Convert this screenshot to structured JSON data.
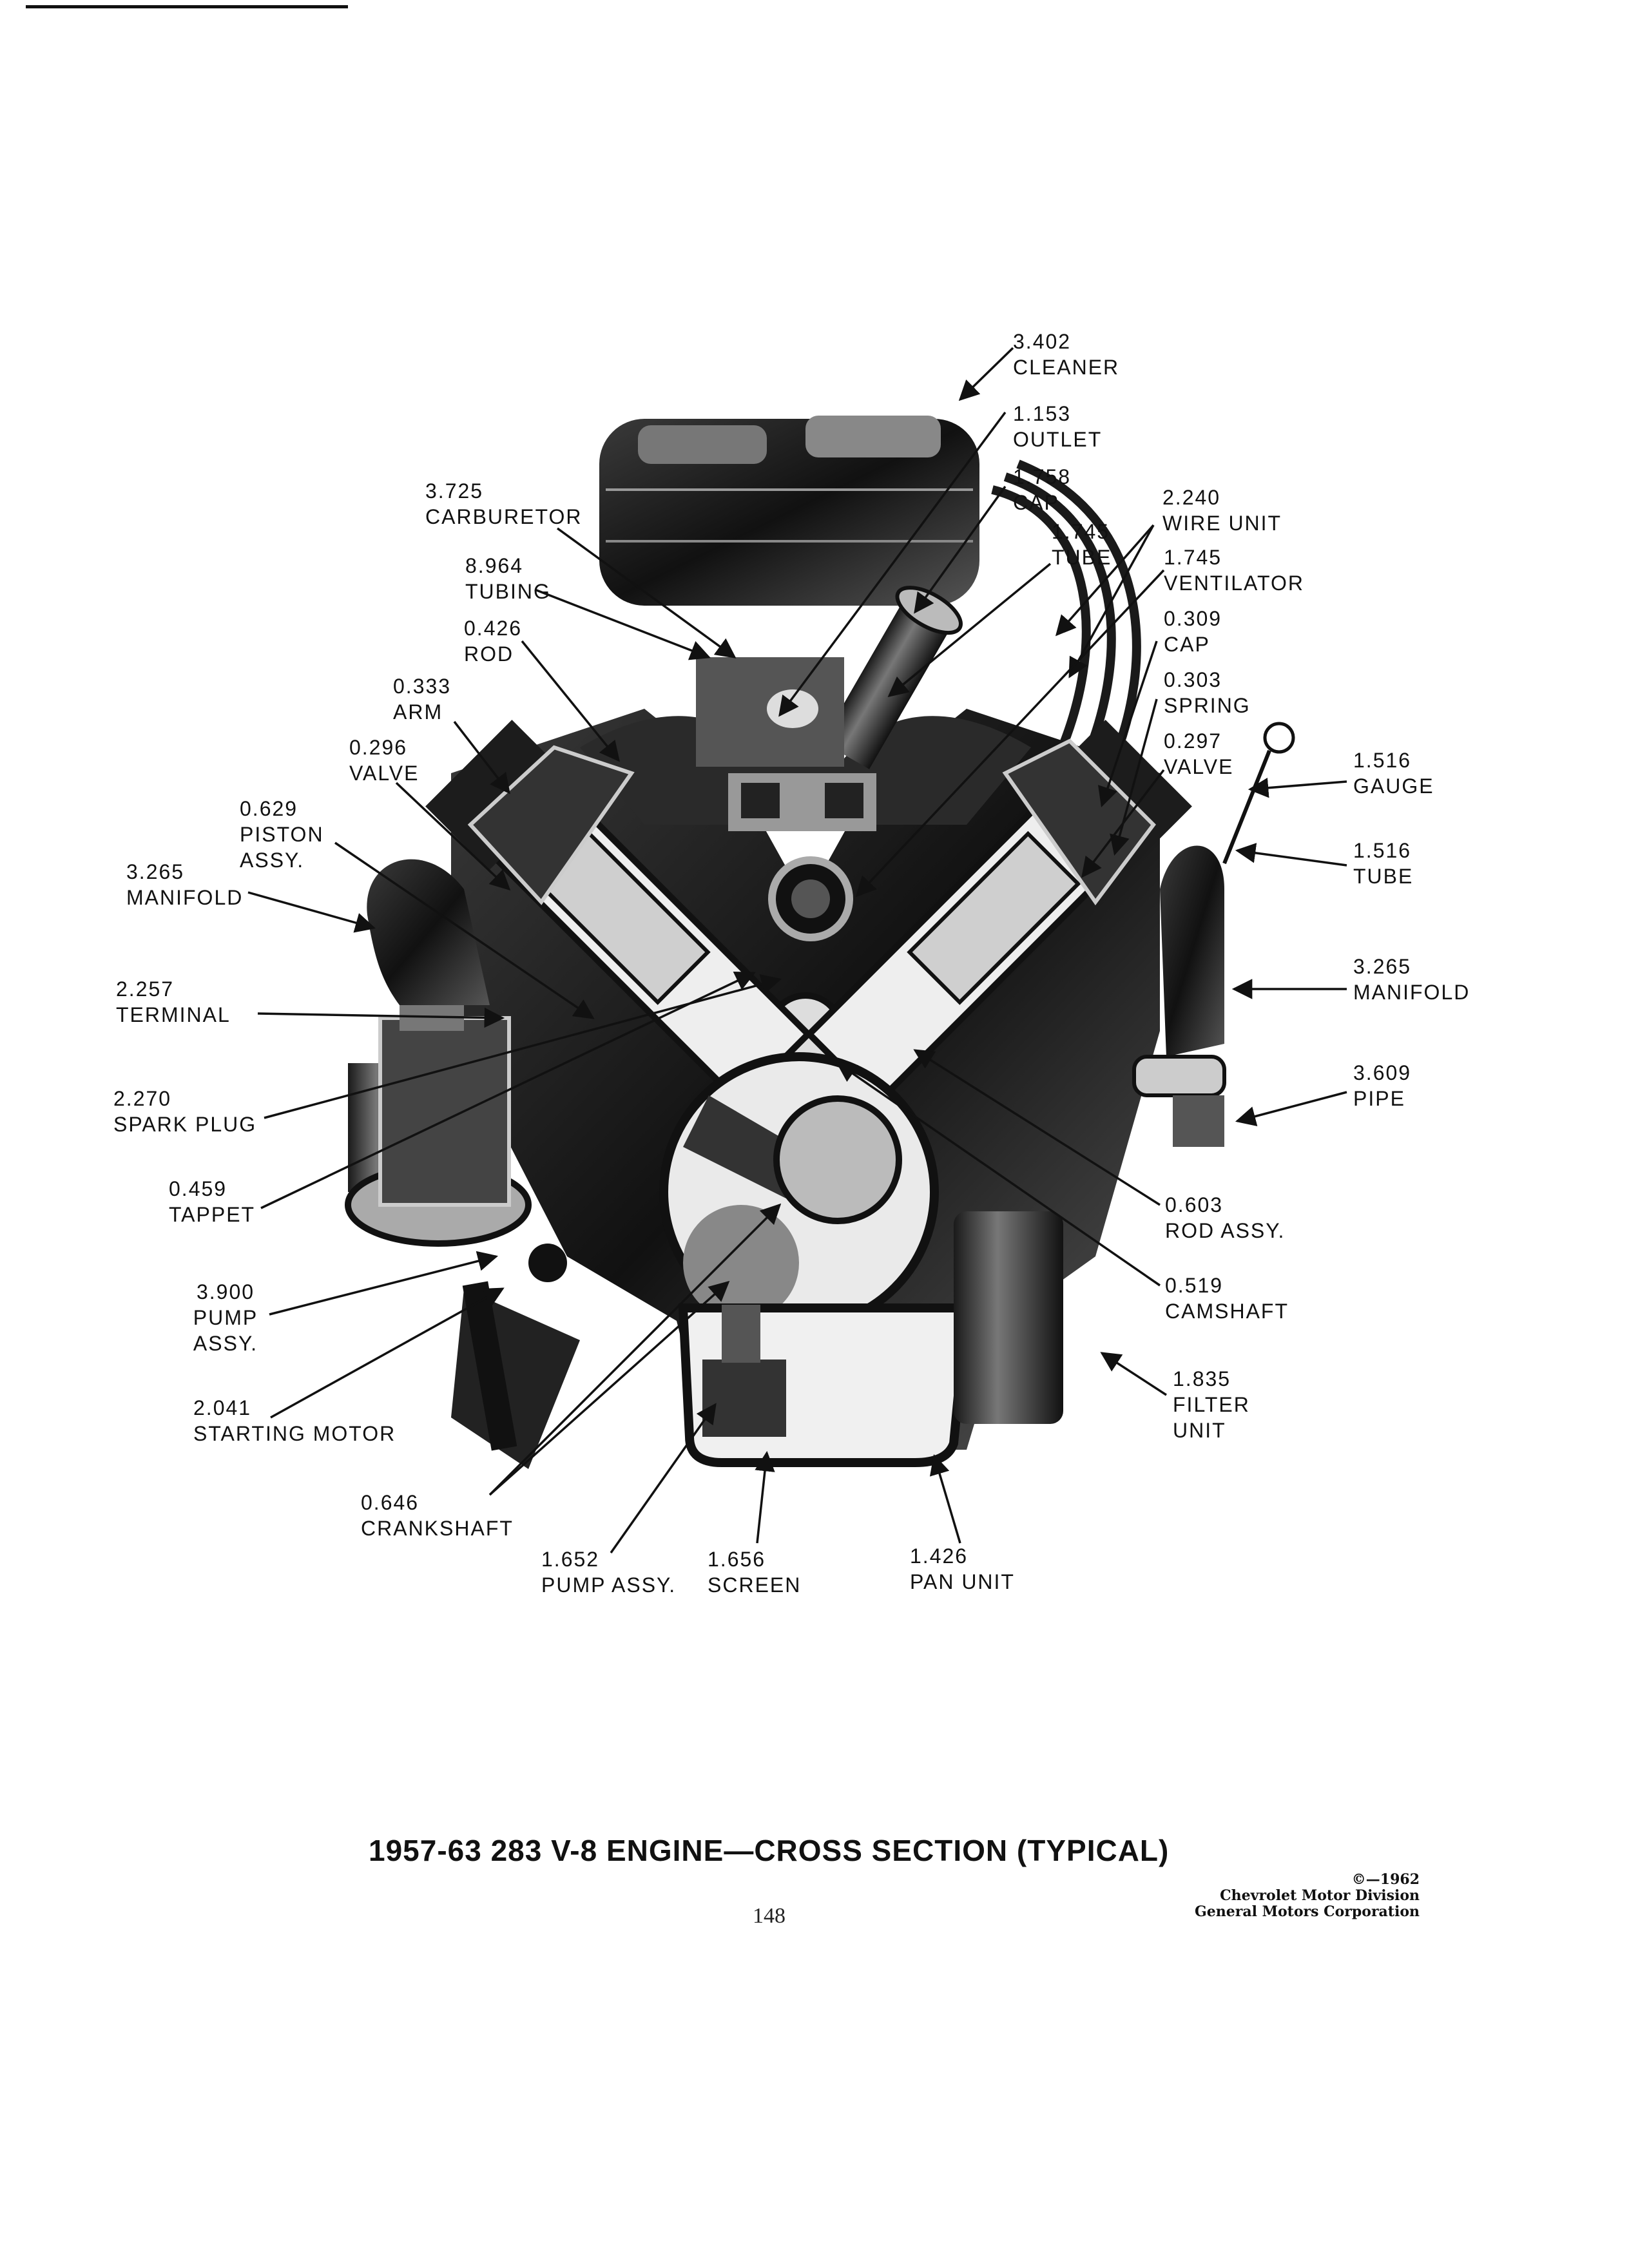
{
  "title": "1957-63 283 V-8 ENGINE—CROSS SECTION (TYPICAL)",
  "page_number": "148",
  "copyright": {
    "line1": "©—1962",
    "line2": "Chevrolet Motor Division",
    "line3": "General Motors Corporation"
  },
  "callouts": [
    {
      "id": "cleaner",
      "code": "3.402",
      "name": "CLEANER"
    },
    {
      "id": "outlet",
      "code": "1.153",
      "name": "OUTLET"
    },
    {
      "id": "cap-oil",
      "code": "1.758",
      "name": "CAP"
    },
    {
      "id": "tube-breather",
      "code": "1.745",
      "name": "TUBE"
    },
    {
      "id": "wire-unit",
      "code": "2.240",
      "name": "WIRE UNIT"
    },
    {
      "id": "ventilator",
      "code": "1.745",
      "name": "VENTILATOR"
    },
    {
      "id": "cap-rad",
      "code": "0.309",
      "name": "CAP"
    },
    {
      "id": "spring",
      "code": "0.303",
      "name": "SPRING"
    },
    {
      "id": "valve-right",
      "code": "0.297",
      "name": "VALVE"
    },
    {
      "id": "gauge",
      "code": "1.516",
      "name": "GAUGE"
    },
    {
      "id": "tube-gauge",
      "code": "1.516",
      "name": "TUBE"
    },
    {
      "id": "manifold-right",
      "code": "3.265",
      "name": "MANIFOLD"
    },
    {
      "id": "pipe",
      "code": "3.609",
      "name": "PIPE"
    },
    {
      "id": "rod-assy",
      "code": "0.603",
      "name": "ROD ASSY."
    },
    {
      "id": "camshaft",
      "code": "0.519",
      "name": "CAMSHAFT"
    },
    {
      "id": "filter-unit",
      "code": "1.835",
      "name": "FILTER",
      "name2": "UNIT"
    },
    {
      "id": "pan-unit",
      "code": "1.426",
      "name": "PAN UNIT"
    },
    {
      "id": "screen",
      "code": "1.656",
      "name": "SCREEN"
    },
    {
      "id": "pump-assy-oil",
      "code": "1.652",
      "name": "PUMP ASSY."
    },
    {
      "id": "crankshaft",
      "code": "0.646",
      "name": "CRANKSHAFT"
    },
    {
      "id": "starting-motor",
      "code": "2.041",
      "name": "STARTING MOTOR"
    },
    {
      "id": "pump-assy-fuel",
      "code": "3.900",
      "name": "PUMP",
      "name2": "ASSY."
    },
    {
      "id": "tappet",
      "code": "0.459",
      "name": "TAPPET"
    },
    {
      "id": "spark-plug",
      "code": "2.270",
      "name": "SPARK PLUG"
    },
    {
      "id": "terminal",
      "code": "2.257",
      "name": "TERMINAL"
    },
    {
      "id": "manifold-left",
      "code": "3.265",
      "name": "MANIFOLD"
    },
    {
      "id": "piston-assy",
      "code": "0.629",
      "name": "PISTON",
      "name2": "ASSY."
    },
    {
      "id": "valve-left",
      "code": "0.296",
      "name": "VALVE"
    },
    {
      "id": "arm",
      "code": "0.333",
      "name": "ARM"
    },
    {
      "id": "rod-push",
      "code": "0.426",
      "name": "ROD"
    },
    {
      "id": "tubing",
      "code": "8.964",
      "name": "TUBING"
    },
    {
      "id": "carburetor",
      "code": "3.725",
      "name": "CARBURETOR"
    }
  ]
}
